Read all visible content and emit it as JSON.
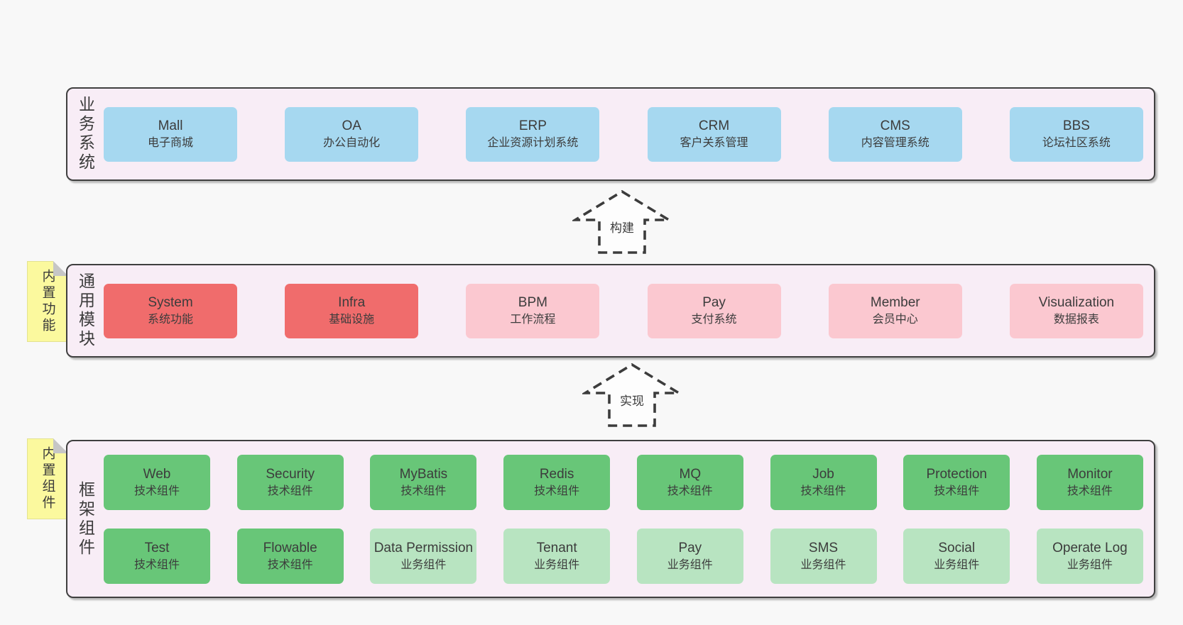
{
  "diagram": {
    "layers": [
      {
        "label": "业务系统",
        "boxes": [
          {
            "name": "Mall",
            "desc": "电子商城"
          },
          {
            "name": "OA",
            "desc": "办公自动化"
          },
          {
            "name": "ERP",
            "desc": "企业资源计划系统"
          },
          {
            "name": "CRM",
            "desc": "客户关系管理"
          },
          {
            "name": "CMS",
            "desc": "内容管理系统"
          },
          {
            "name": "BBS",
            "desc": "论坛社区系统"
          }
        ]
      },
      {
        "label": "通用模块",
        "boxes": [
          {
            "name": "System",
            "desc": "系统功能",
            "variant": "core"
          },
          {
            "name": "Infra",
            "desc": "基础设施",
            "variant": "core"
          },
          {
            "name": "BPM",
            "desc": "工作流程",
            "variant": "module"
          },
          {
            "name": "Pay",
            "desc": "支付系统",
            "variant": "module"
          },
          {
            "name": "Member",
            "desc": "会员中心",
            "variant": "module"
          },
          {
            "name": "Visualization",
            "desc": "数据报表",
            "variant": "module"
          }
        ]
      },
      {
        "label": "框架组件",
        "boxes": [
          {
            "name": "Web",
            "desc": "技术组件",
            "variant": "tech"
          },
          {
            "name": "Security",
            "desc": "技术组件",
            "variant": "tech"
          },
          {
            "name": "MyBatis",
            "desc": "技术组件",
            "variant": "tech"
          },
          {
            "name": "Redis",
            "desc": "技术组件",
            "variant": "tech"
          },
          {
            "name": "MQ",
            "desc": "技术组件",
            "variant": "tech"
          },
          {
            "name": "Job",
            "desc": "技术组件",
            "variant": "tech"
          },
          {
            "name": "Protection",
            "desc": "技术组件",
            "variant": "tech"
          },
          {
            "name": "Monitor",
            "desc": "技术组件",
            "variant": "tech"
          },
          {
            "name": "Test",
            "desc": "技术组件",
            "variant": "tech"
          },
          {
            "name": "Flowable",
            "desc": "技术组件",
            "variant": "tech"
          },
          {
            "name": "Data Permission",
            "desc": "业务组件",
            "variant": "biz"
          },
          {
            "name": "Tenant",
            "desc": "业务组件",
            "variant": "biz"
          },
          {
            "name": "Pay",
            "desc": "业务组件",
            "variant": "biz"
          },
          {
            "name": "SMS",
            "desc": "业务组件",
            "variant": "biz"
          },
          {
            "name": "Social",
            "desc": "业务组件",
            "variant": "biz"
          },
          {
            "name": "Operate Log",
            "desc": "业务组件",
            "variant": "biz"
          }
        ]
      }
    ],
    "arrows": [
      {
        "label": "构建"
      },
      {
        "label": "实现"
      }
    ],
    "stickies": [
      {
        "label": "内置功能"
      },
      {
        "label": "内置组件"
      }
    ],
    "colors": {
      "page_bg": "#f8f8f8",
      "panel_bg": "#f8edf6",
      "panel_border": "#3f3f3f",
      "business_box": "#a6d8f0",
      "core_box": "#f06c6c",
      "module_box": "#fbc8d0",
      "tech_box": "#68c678",
      "biz_box": "#b8e4c1",
      "sticky_bg": "#fbf99e",
      "text": "#3b3b3b"
    }
  }
}
